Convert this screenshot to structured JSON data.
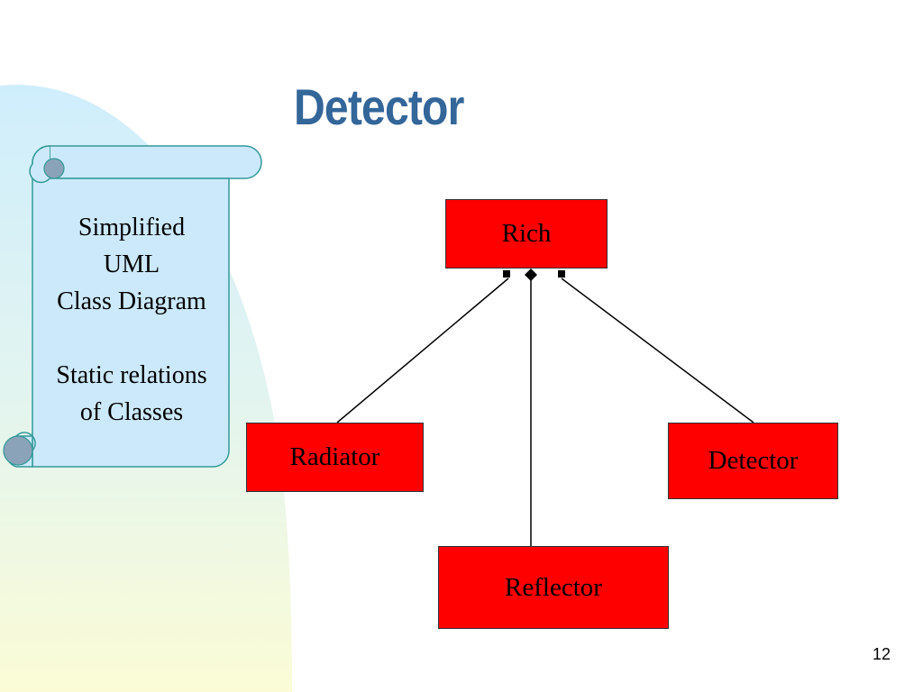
{
  "slide": {
    "title": "Detector",
    "page_number": "12"
  },
  "note": {
    "line1": "Simplified",
    "line2": "UML",
    "line3": "Class Diagram",
    "line4": "Static relations",
    "line5": "of Classes"
  },
  "diagram": {
    "root": "Rich",
    "children": [
      "Radiator",
      "Reflector",
      "Detector"
    ],
    "relation": "aggregation"
  },
  "colors": {
    "title": "#336699",
    "class_fill": "#ff0000",
    "scroll_fill": "#cce9fb",
    "scroll_stroke": "#339999"
  }
}
